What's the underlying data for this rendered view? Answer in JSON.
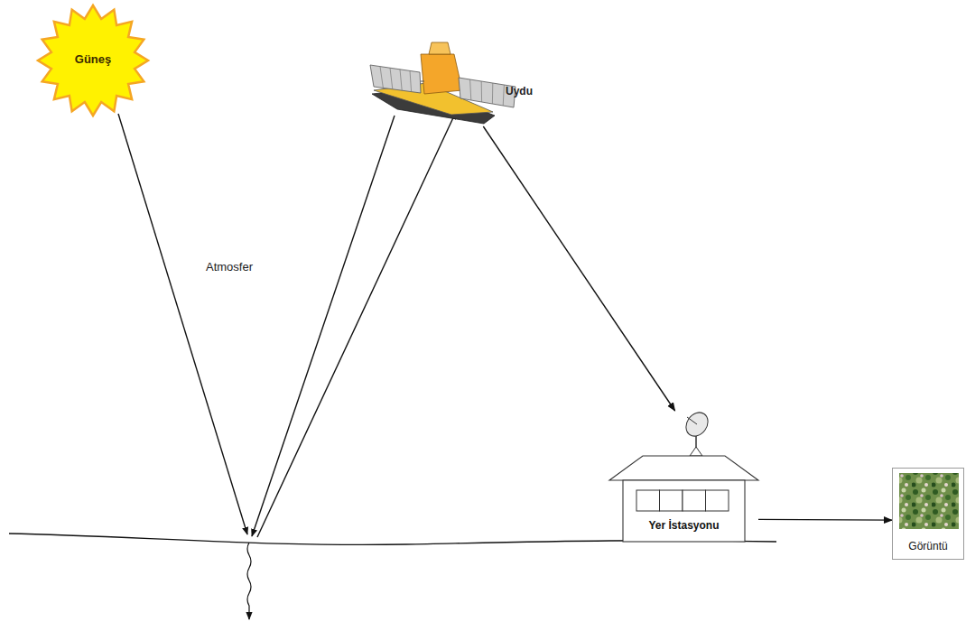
{
  "diagram": {
    "nodes": [
      {
        "text": [
          "Güneş"
        ]
      },
      {
        "text": [
          "Uydu"
        ]
      },
      {
        "text": [
          "Yer İstasyonu"
        ]
      },
      {
        "text": [
          "Görüntü"
        ]
      }
    ],
    "edges": [
      {
        "from": 1,
        "to": 2,
        "arrow": "to"
      },
      {
        "from": 2,
        "to": 3,
        "arrow": "to"
      }
    ],
    "labels": [
      "Atmosfer"
    ]
  }
}
